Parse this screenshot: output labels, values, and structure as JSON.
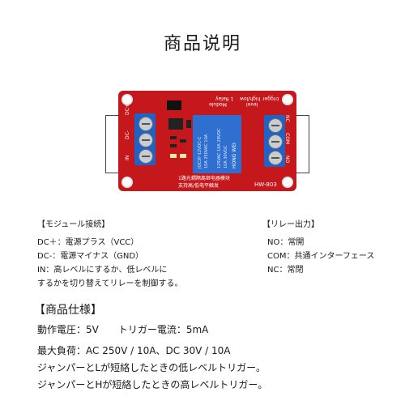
{
  "title": "商品说明",
  "board": {
    "model": "HW-803",
    "brand": "HONG WEI",
    "relay_model": "JQC3F-12VDC-C",
    "relay_ratings": [
      "10A 250VAC 10A",
      "125VAC 10A 28VDC",
      "10A 30VDC"
    ],
    "header_lines": [
      "1 Relay",
      "Module",
      "high/low",
      "level",
      "trigger"
    ],
    "chinese_label_1": "1路光耦隔离继电器模块",
    "chinese_label_2": "支持高/低电平触发",
    "left_pins": [
      "DC+",
      "DC-",
      "IN"
    ],
    "right_pins": [
      "NC",
      "COM",
      "NO"
    ]
  },
  "module_conn": {
    "heading": "【モジュール接続】",
    "lines": [
      "DC＋：電源プラス（VCC）",
      "DC-：電源マイナス（GND）",
      "IN：高レベルにするか、低レベルに",
      "するかを切り替えてリレーを制御する。"
    ]
  },
  "relay_out": {
    "heading": "【リレー出力】",
    "lines": [
      "NO：常開",
      "COM：共通インターフェース",
      "NC：常閉"
    ]
  },
  "spec": {
    "heading": "【商品仕様】",
    "lines": [
      "動作電圧：5V　　トリガー電流：5mA",
      "最大負荷：AC 250V / 10A、DC 30V / 10A",
      "ジャンパーとLが短絡したときの低レベルトリガー。",
      "ジャンパーとHが短絡したときの高レベルトリガー。"
    ]
  },
  "colors": {
    "pcb": "#c4181c",
    "terminal": "#1e63c8",
    "relay": "#2f6fd0"
  }
}
